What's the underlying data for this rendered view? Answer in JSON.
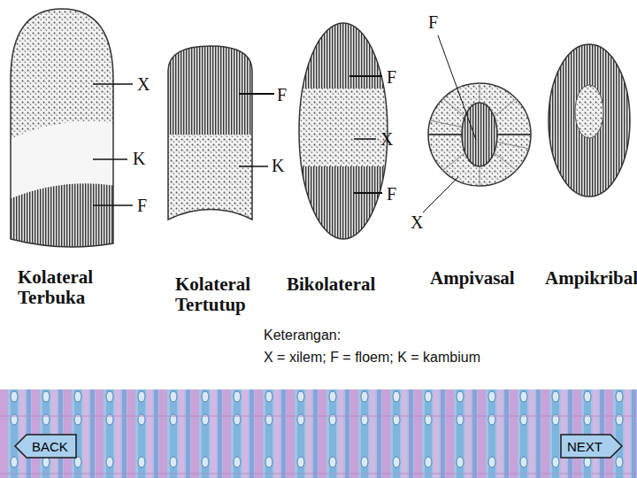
{
  "diagram": {
    "nodes": [
      {
        "text": [
          "BACK"
        ]
      },
      {
        "text": [
          "NEXT"
        ]
      }
    ],
    "labels": [
      "X",
      "K",
      "F",
      "F",
      "K",
      "F",
      "X",
      "F",
      "F",
      "X",
      "Kolateral Terbuka",
      "Kolateral Tertutup",
      "Bikolateral",
      "Ampivasal",
      "Ampikribal",
      "Keterangan:",
      "X = xilem; F = floem; K = kambium"
    ]
  }
}
